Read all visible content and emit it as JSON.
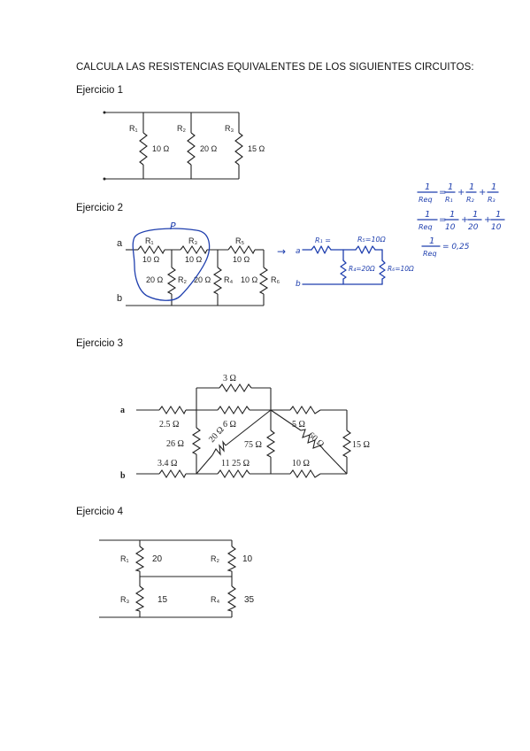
{
  "title": "CALCULA LAS RESISTENCIAS EQUIVALENTES DE LOS SIGUIENTES CIRCUITOS:",
  "exercises": {
    "e1": "Ejercicio 1",
    "e2": "Ejercicio 2",
    "e3": "Ejercicio 3",
    "e4": "Ejercicio 4"
  },
  "circuit1": {
    "r1": "R₁",
    "r2": "R₂",
    "r3": "R₃",
    "v1": "10 Ω",
    "v2": "20 Ω",
    "v3": "15 Ω"
  },
  "circuit2": {
    "node_a": "a",
    "node_b": "b",
    "r1": "R₁",
    "r3": "R₃",
    "r5": "R₅",
    "r2": "R₂",
    "r4": "R₄",
    "r6": "R₆",
    "v_top1": "10 Ω",
    "v_top2": "10 Ω",
    "v_top3": "10 Ω",
    "v_r2": "20 Ω",
    "v_r4": "20 Ω",
    "v_r6": "10 Ω"
  },
  "handwritten": {
    "p_mark": "P",
    "arrow": "→",
    "a": "a",
    "b": "b",
    "r1": "R₁ =",
    "r5": "R₅=10Ω",
    "r4": "R₄=20Ω",
    "r6": "R₆=10Ω",
    "eq1_lhs_num": "1",
    "eq1_lhs_den": "Req",
    "eq1_t1_num": "1",
    "eq1_t1_den": "R₁",
    "eq1_t2_num": "1",
    "eq1_t2_den": "R₂",
    "eq1_t3_num": "1",
    "eq1_t3_den": "R₃",
    "eq2_lhs_num": "1",
    "eq2_lhs_den": "Req",
    "eq2_t1_num": "1",
    "eq2_t1_den": "10",
    "eq2_t2_num": "1",
    "eq2_t2_den": "20",
    "eq2_t3_num": "1",
    "eq2_t3_den": "10",
    "eq3_lhs_num": "1",
    "eq3_lhs_den": "Req",
    "eq3_rhs": "= 0,25",
    "eq_sign": "=",
    "plus": "+"
  },
  "circuit3": {
    "node_a": "a",
    "node_b": "b",
    "v_top": "3 Ω",
    "v_a": "2.5 Ω",
    "v_mid1": "6 Ω",
    "v_mid2": "5 Ω",
    "v_26": "26 Ω",
    "v_20": "20 Ω",
    "v_75": "75 Ω",
    "v_60": "60 Ω",
    "v_15": "15 Ω",
    "v_b": "3.4 Ω",
    "v_1125": "11 25 Ω",
    "v_10": "10 Ω"
  },
  "circuit4": {
    "r1": "R₁",
    "r2": "R₂",
    "r3": "R₃",
    "r4": "R₄",
    "v1": "20",
    "v2": "10",
    "v3": "15",
    "v4": "35"
  }
}
